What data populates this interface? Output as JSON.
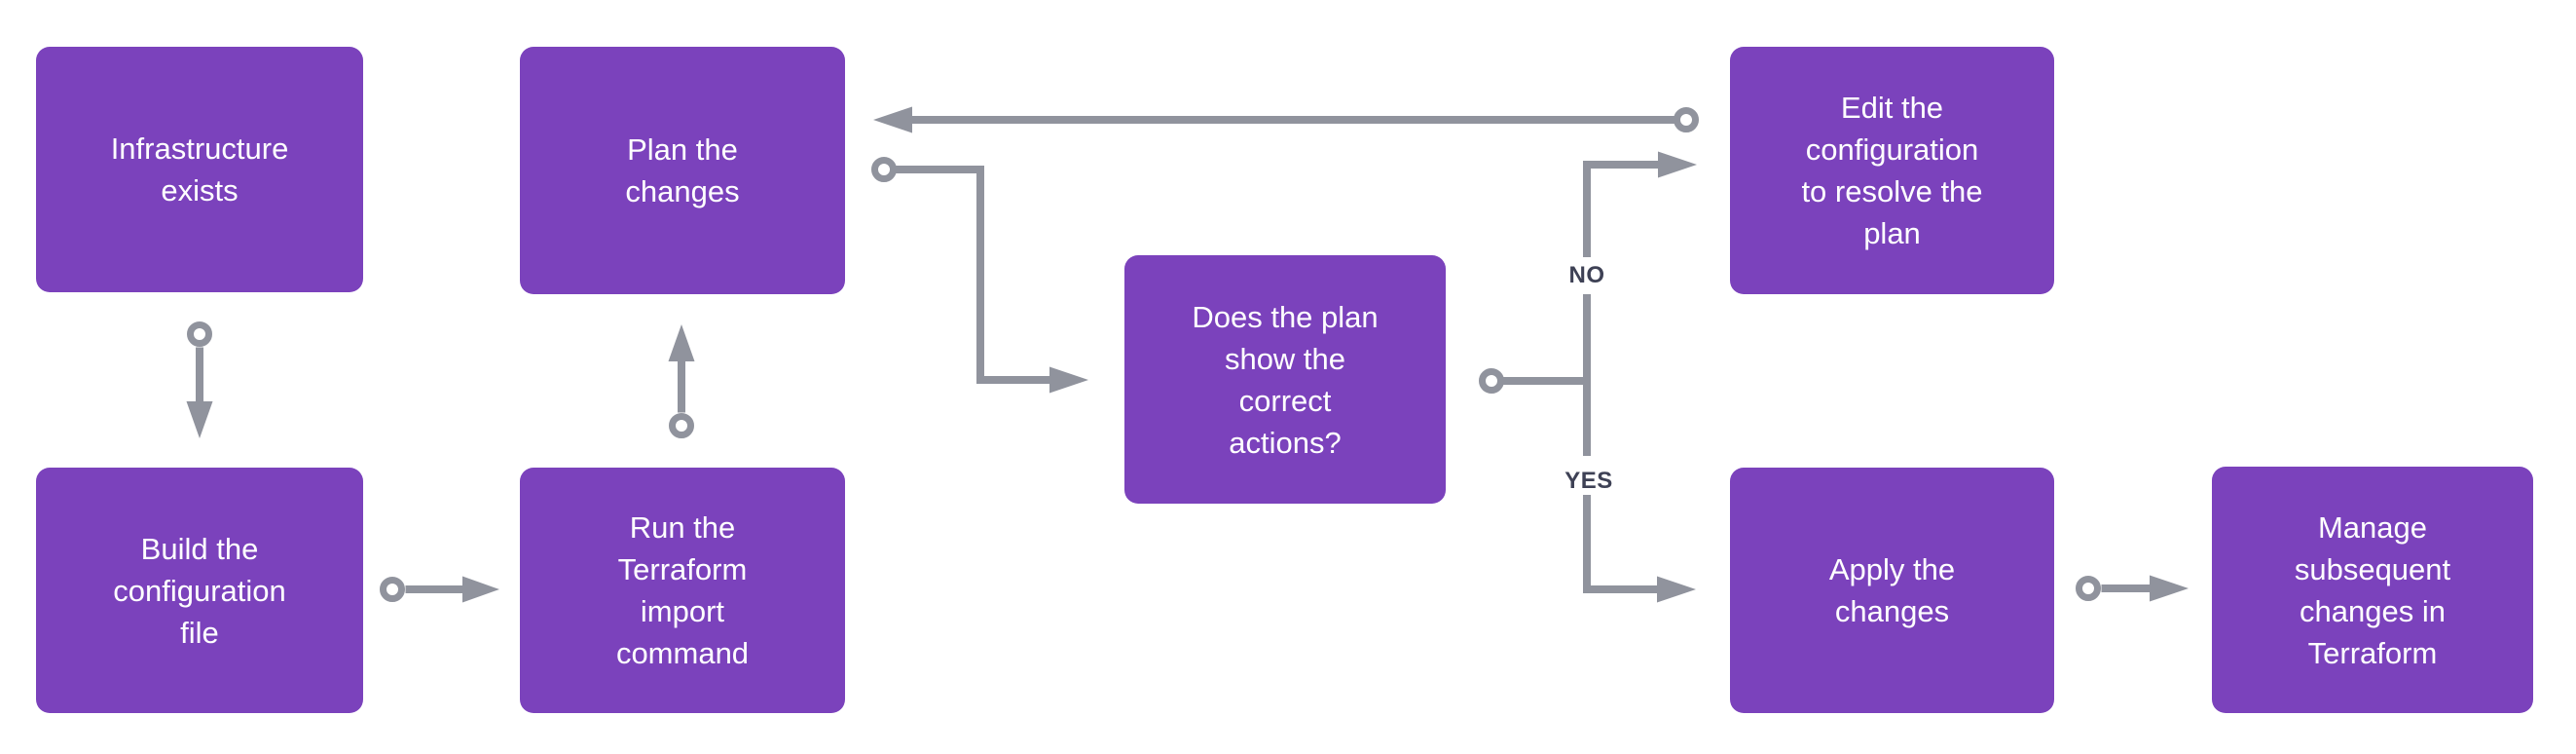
{
  "title": "Terraform import workflow flowchart",
  "colors": {
    "node_fill": "#7B42BC",
    "node_text": "#FFFFFF",
    "connector": "#90939D",
    "branch_label_text": "#3E4155",
    "background": "#FFFFFF"
  },
  "nodes": {
    "infrastructure_exists": {
      "label": "Infrastructure\nexists"
    },
    "build_configuration_file": {
      "label": "Build the\nconfiguration\nfile"
    },
    "plan_the_changes": {
      "label": "Plan the\nchanges"
    },
    "run_terraform_import": {
      "label": "Run the\nTerraform\nimport\ncommand"
    },
    "does_plan_show_correct_actions": {
      "label": "Does the plan\nshow the\ncorrect\nactions?"
    },
    "edit_configuration": {
      "label": "Edit the\nconfiguration\nto resolve the\nplan"
    },
    "apply_the_changes": {
      "label": "Apply the\nchanges"
    },
    "manage_subsequent_changes": {
      "label": "Manage\nsubsequent\nchanges in\nTerraform"
    }
  },
  "branch_labels": {
    "no": "NO",
    "yes": "YES"
  },
  "connections": [
    {
      "from": "infrastructure_exists",
      "to": "build_configuration_file",
      "label": ""
    },
    {
      "from": "build_configuration_file",
      "to": "run_terraform_import",
      "label": ""
    },
    {
      "from": "run_terraform_import",
      "to": "plan_the_changes",
      "label": ""
    },
    {
      "from": "plan_the_changes",
      "to": "does_plan_show_correct_actions",
      "label": ""
    },
    {
      "from": "does_plan_show_correct_actions",
      "to": "edit_configuration",
      "label": "NO"
    },
    {
      "from": "does_plan_show_correct_actions",
      "to": "apply_the_changes",
      "label": "YES"
    },
    {
      "from": "edit_configuration",
      "to": "plan_the_changes",
      "label": ""
    },
    {
      "from": "apply_the_changes",
      "to": "manage_subsequent_changes",
      "label": ""
    }
  ]
}
